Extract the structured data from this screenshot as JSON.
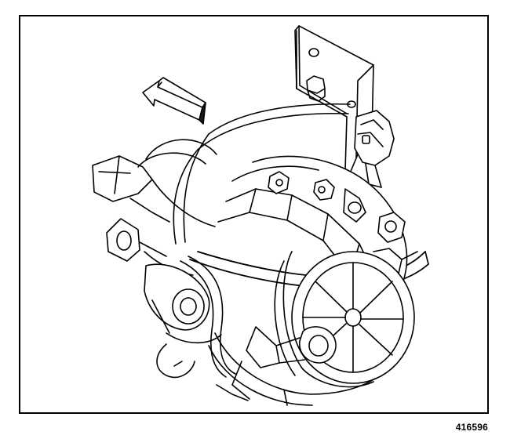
{
  "figure": {
    "id": "416596",
    "subject": "secondary-air-injection-pump-assembly",
    "arrow_direction": "forward",
    "colors": {
      "line": "#000000",
      "background": "#ffffff",
      "shade": "#1a1a1a"
    }
  }
}
